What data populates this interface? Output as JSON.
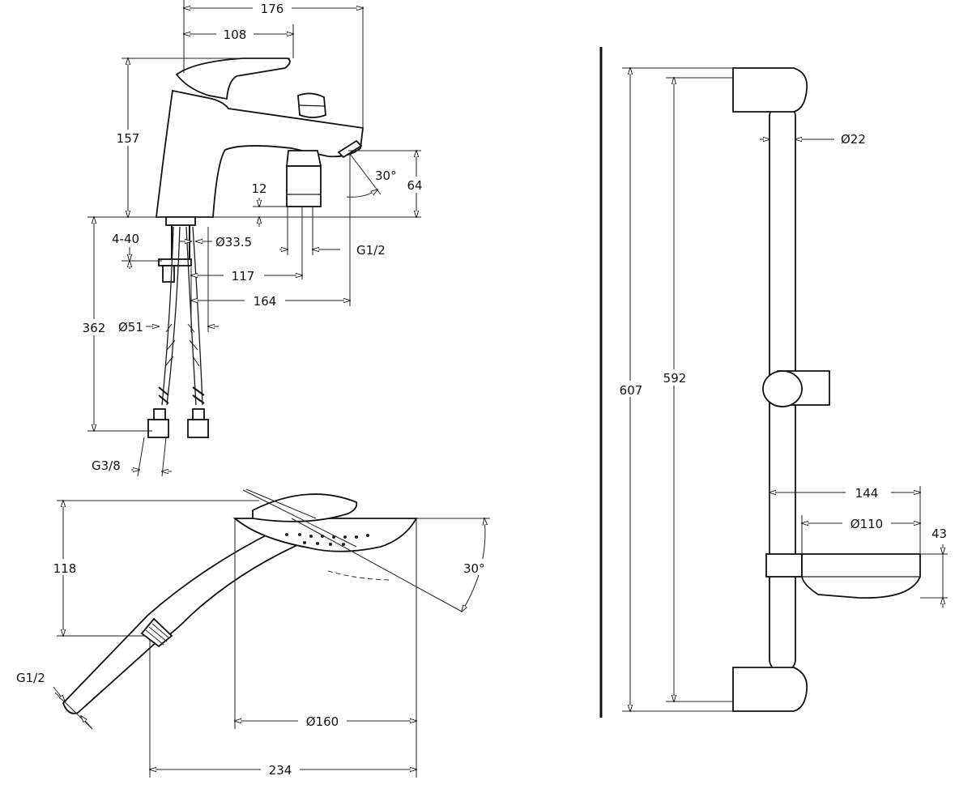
{
  "faucet": {
    "width_total": "176",
    "width_lever": "108",
    "height_body": "157",
    "spout_height": "64",
    "spout_angle": "30°",
    "aerator_gap": "12",
    "shank_range": "4-40",
    "shank_diameter": "Ø33.5",
    "outlet_thread": "G1/2",
    "reach_117": "117",
    "reach_164": "164",
    "hose_length": "362",
    "base_diameter": "Ø51",
    "hose_thread": "G3/8"
  },
  "hand_shower": {
    "height": "118",
    "angle": "30°",
    "thread": "G1/2",
    "head_diameter": "Ø160",
    "length": "234"
  },
  "rail": {
    "total_height": "607",
    "bracket_spacing": "592",
    "bar_diameter": "Ø22",
    "dish_depth": "144",
    "dish_diameter": "Ø110",
    "dish_height": "43"
  }
}
